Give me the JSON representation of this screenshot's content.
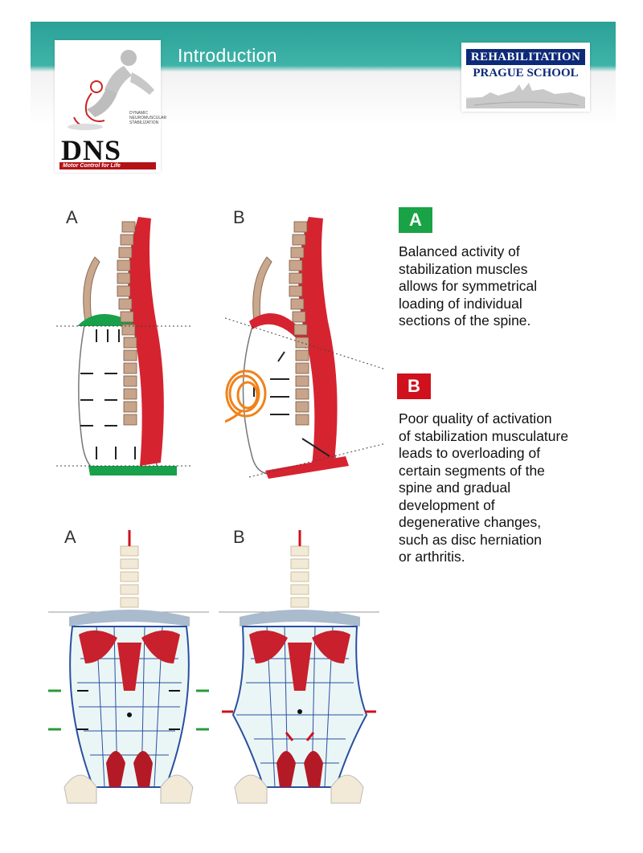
{
  "header": {
    "title": "Introduction",
    "bg_color": "#2aa197"
  },
  "dns_logo": {
    "small_lines": [
      "DYNAMIC",
      "NEUROMUSCULAR",
      "STABILIZATION"
    ],
    "wordmark": "DNS",
    "tagline": "Motor Control for Life"
  },
  "rps_logo": {
    "line1": "REHABILITATION",
    "line2": "PRAGUE SCHOOL"
  },
  "figures": {
    "top_a": "A",
    "top_b": "B",
    "bottom_a": "A",
    "bottom_b": "B"
  },
  "explanations": {
    "a": {
      "badge": "A",
      "color": "#1aa346",
      "lines": [
        "Balanced activity of",
        "stabilization muscles",
        "allows for symmetrical",
        "loading of individual",
        "sections of the spine."
      ]
    },
    "b": {
      "badge": "B",
      "color": "#d0101c",
      "lines": [
        "Poor quality of activation",
        "of stabilization musculature",
        "leads to overloading of",
        "certain segments of the",
        "spine and gradual",
        "development of",
        "degenerative changes,",
        "such as disc herniation",
        "or arthritis."
      ]
    }
  }
}
